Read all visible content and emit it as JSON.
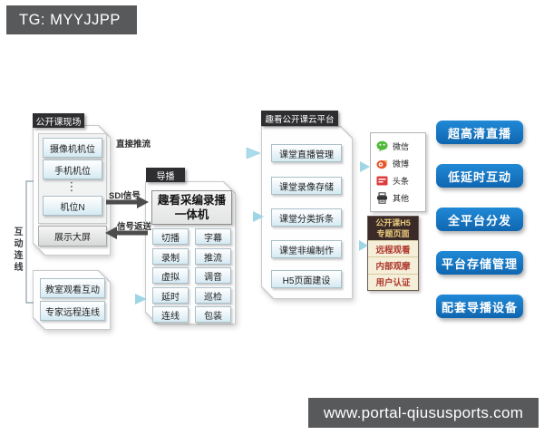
{
  "badge": {
    "text": "TG: MYYJJPP"
  },
  "footer": {
    "url": "www.portal-qiususports.com"
  },
  "scene_group": {
    "title": "公开课现场",
    "cameras": [
      {
        "label": "摄像机机位"
      },
      {
        "label": "手机机位"
      },
      {
        "label": "机位N"
      }
    ],
    "ellipsis": "⋮",
    "display": {
      "label": "展示大屏"
    }
  },
  "interaction_group": {
    "side_label": "互动连线",
    "items": [
      {
        "label": "教室观看互动"
      },
      {
        "label": "专家远程连线"
      }
    ]
  },
  "director_group": {
    "title": "导播",
    "device": {
      "line1": "趣看采编录播",
      "line2": "一体机"
    },
    "functions": [
      "切播",
      "字幕",
      "录制",
      "推流",
      "虚拟",
      "调音",
      "延时",
      "巡检",
      "连线",
      "包装"
    ]
  },
  "cloud_group": {
    "title": "趣看公开课云平台",
    "items": [
      "课堂直播管理",
      "课堂录像存储",
      "课堂分类拆条",
      "课堂非编制作",
      "H5页面建设"
    ]
  },
  "channels": {
    "items": [
      {
        "icon": "wechat-icon",
        "label": "微信"
      },
      {
        "icon": "weibo-icon",
        "label": "微博"
      },
      {
        "icon": "toutiao-icon",
        "label": "头条"
      },
      {
        "icon": "other-device-icon",
        "label": "其他"
      }
    ]
  },
  "h5_panel": {
    "title_line1": "公开课H5",
    "title_line2": "专题页面",
    "items": [
      "远程观看",
      "内部观摩",
      "用户认证"
    ]
  },
  "features": [
    "超高清直播",
    "低延时互动",
    "全平台分发",
    "平台存储管理",
    "配套导播设备"
  ],
  "arrows": {
    "direct_push": "直接推流",
    "sdi": "SDI信号",
    "signal_return": "信号返送"
  },
  "colors": {
    "accent_blue": "#1371bf",
    "watermark_gray": "#58595b",
    "header_dark": "#2e2e30",
    "item_light_blue": "#d5eaf3",
    "h5_header_bg": "#3a2b28",
    "h5_header_text": "#e9c87c",
    "h5_item_text": "#ad392d",
    "arrow_teal": "#9fd6e6",
    "arrow_dark": "#4c4c4c",
    "wechat_green": "#52ba3a",
    "weibo_orange": "#e6562d",
    "toutiao_red": "#e03a3b"
  }
}
